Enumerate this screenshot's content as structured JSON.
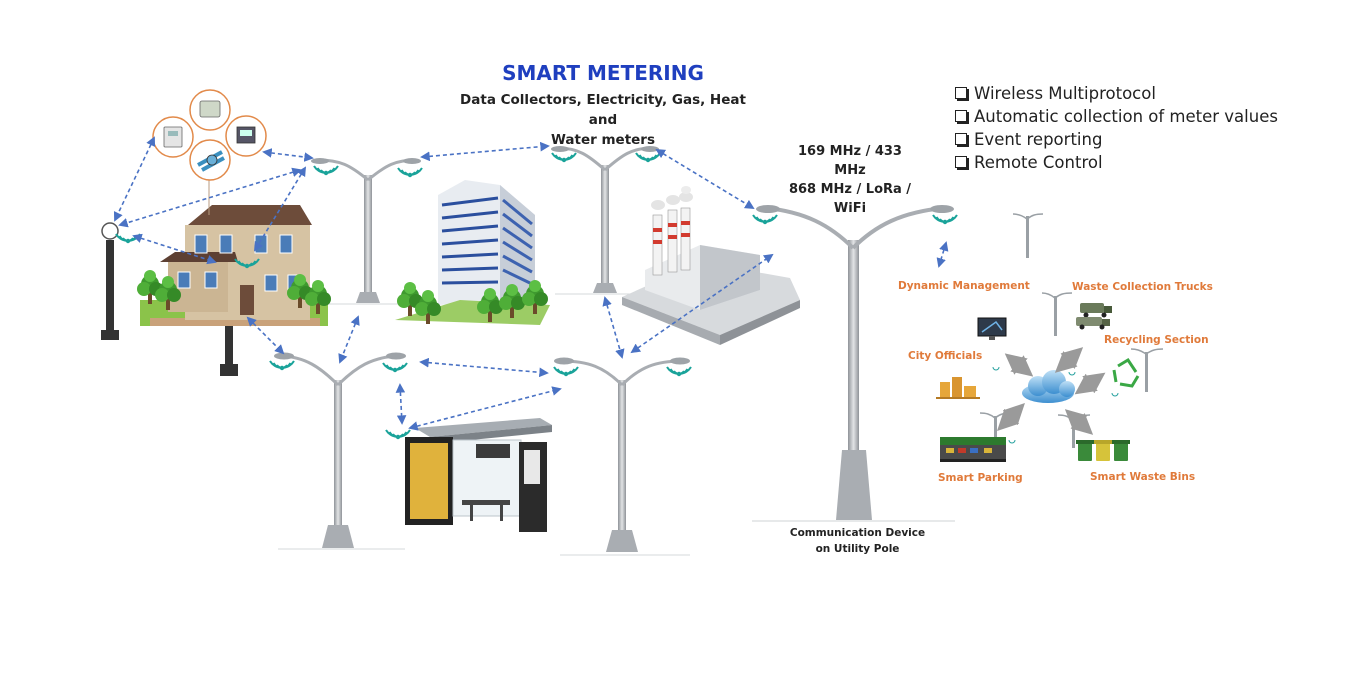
{
  "header": {
    "title": "SMART METERING",
    "subtitle_line1": "Data Collectors, Electricity, Gas, Heat and",
    "subtitle_line2": "Water meters"
  },
  "frequencies": {
    "line1": "169 MHz / 433",
    "line2": "MHz",
    "line3": "868 MHz / LoRa /",
    "line4": "WiFi"
  },
  "features": [
    "Wireless Multiprotocol",
    "Automatic collection of meter values",
    "Event reporting",
    "Remote Control"
  ],
  "smart_city": {
    "dynamic_management": "Dynamic Management",
    "waste_trucks": "Waste Collection Trucks",
    "recycling": "Recycling Section",
    "city_officials": "City Officials",
    "smart_parking": "Smart Parking",
    "smart_waste_bins": "Smart Waste Bins"
  },
  "comm_device": {
    "line1": "Communication Device",
    "line2": "on  Utility Pole"
  },
  "colors": {
    "title": "#1f3fbf",
    "arrow": "#4a72c4",
    "signal": "#1aa39a",
    "label_orange": "#e07a3a",
    "pole": "#b5b9bd"
  }
}
